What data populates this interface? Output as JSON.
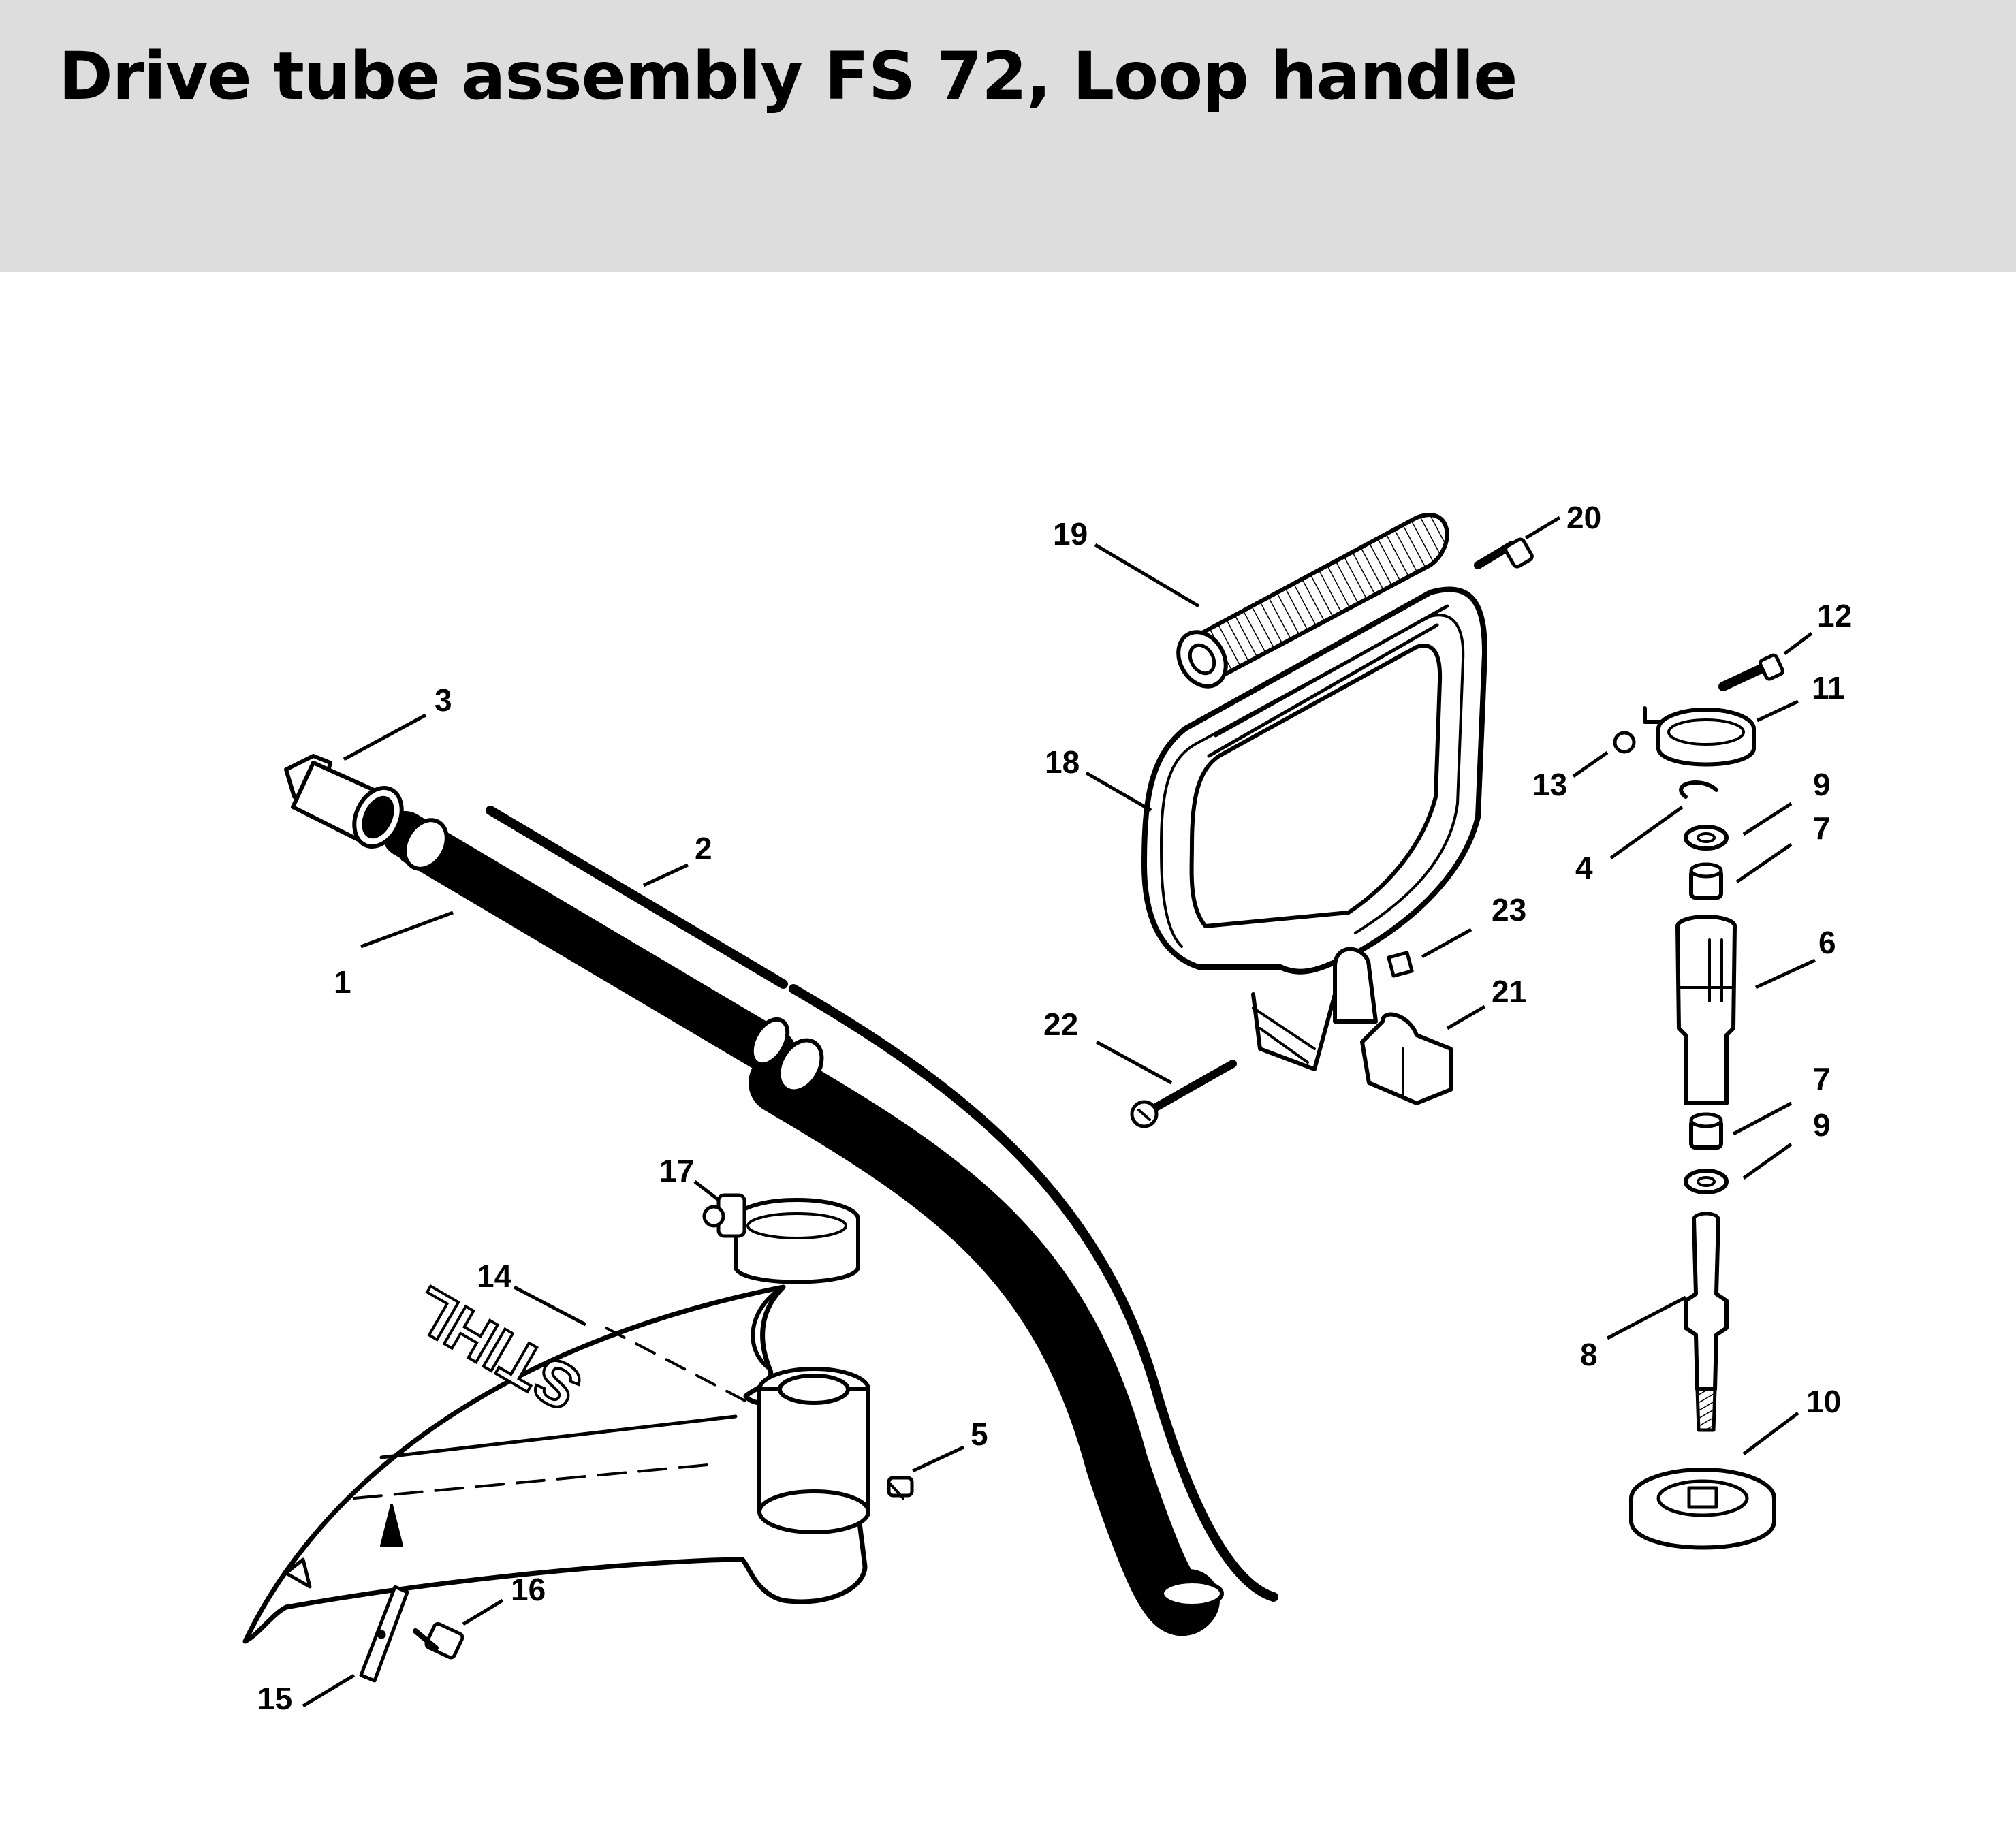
{
  "title": "Drive tube assembly FS 72, Loop handle",
  "colors": {
    "header_bg": "#dcdddc",
    "ink": "#000000",
    "background": "#ffffff"
  },
  "logo_text": "STIHL",
  "callouts": {
    "p1": "1",
    "p2": "2",
    "p3": "3",
    "p4": "4",
    "p5": "5",
    "p6": "6",
    "p7a": "7",
    "p7b": "7",
    "p8": "8",
    "p9a": "9",
    "p9b": "9",
    "p10": "10",
    "p11": "11",
    "p12": "12",
    "p13": "13",
    "p14": "14",
    "p15": "15",
    "p16": "16",
    "p17": "17",
    "p18": "18",
    "p19": "19",
    "p20": "20",
    "p21": "21",
    "p22": "22",
    "p23": "23"
  }
}
